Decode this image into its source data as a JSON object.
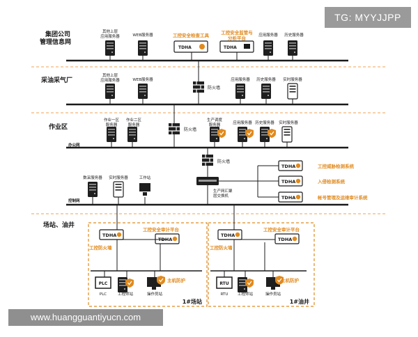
{
  "watermarks": {
    "tg": "TG: MYYJJPP",
    "url": "www.huangguantiyucn.com"
  },
  "zones": {
    "group": {
      "title_line1": "集团公司",
      "title_line2": "管理信息网"
    },
    "oilgas": {
      "title": "采油采气厂"
    },
    "work": {
      "title": "作业区",
      "office_net": "办公网"
    },
    "control": {
      "control_net": "控制网"
    },
    "field": {
      "title": "场站、油井"
    }
  },
  "devices": {
    "g_other_app_1": "其他上层",
    "g_other_app_2": "应用服务器",
    "g_web": "WEB服务器",
    "g_check_tool": "工控安全检查工具",
    "g_mgmt_1": "工控安全监管与",
    "g_mgmt_2": "分析平台",
    "g_app": "应用服务器",
    "g_hist": "历史服务器",
    "o_other_app_1": "其他上层",
    "o_other_app_2": "应用服务器",
    "o_web": "WEB服务器",
    "o_fw": "防火墙",
    "o_app": "应用服务器",
    "o_hist": "历史服务器",
    "o_rt": "实时服务器",
    "w_z1_1": "作业一区",
    "w_z1_2": "服务器",
    "w_z2_1": "作业二区",
    "w_z2_2": "服务器",
    "w_fw": "防火墙",
    "w_dispatch_1": "生产调度",
    "w_dispatch_2": "服务器",
    "w_app": "应用服务器",
    "w_hist": "历史服务器",
    "w_rt": "实时服务器",
    "c_fw": "防火墙",
    "c_collect": "数采服务器",
    "c_rt": "实时服务器",
    "c_ws": "工作站",
    "c_switch_1": "生产网汇聚",
    "c_switch_2": "层交换机",
    "c_threat": "工控威胁检测系统",
    "c_ids": "入侵检测系统",
    "c_audit": "帐号管理及运维审计系统"
  },
  "sites": [
    {
      "name": "1#场站",
      "audit": "工控安全审计平台",
      "fw": "工控防火墙",
      "host": "主机防护",
      "d1": "PLC",
      "d1_label": "PLC",
      "d2": "工程师站",
      "d3": "操作员站"
    },
    {
      "name": "1#油井",
      "audit": "工控安全审计平台",
      "fw": "工控防火墙",
      "host": "主机防护",
      "d1": "RTU",
      "d1_label": "RTU",
      "d2": "工程师站",
      "d3": "操作员站"
    }
  ],
  "brand": "TDHA",
  "colors": {
    "accent": "#e08a1e",
    "dash": "#f0a050",
    "line": "#1a1a1a",
    "device": "#1f1f1f"
  }
}
